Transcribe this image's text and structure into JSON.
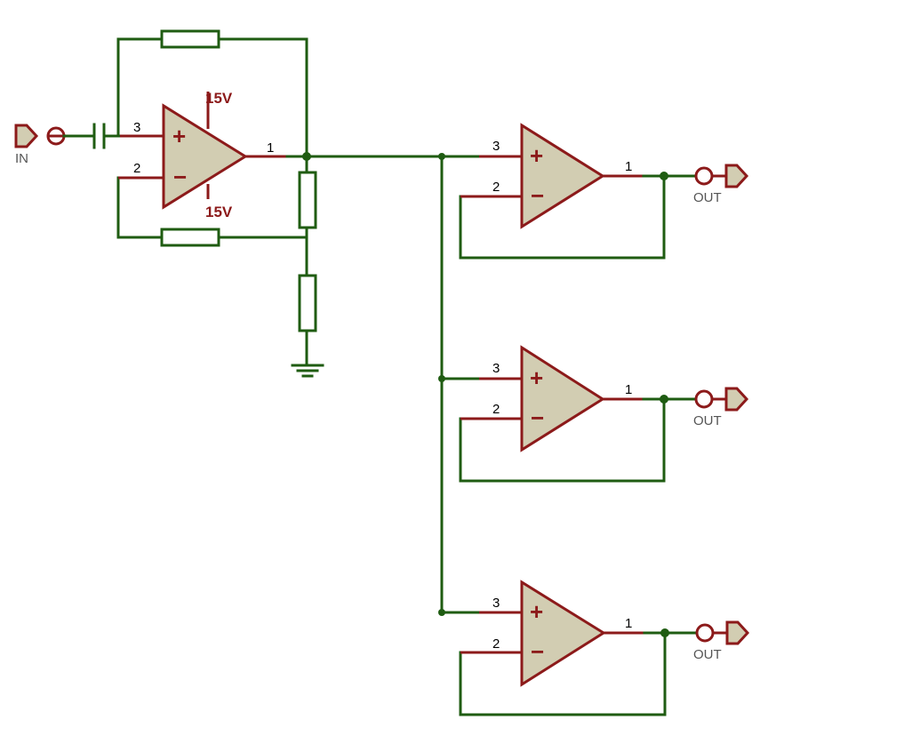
{
  "schematic": {
    "input_label": "IN",
    "supply_top": "15V",
    "supply_bottom": "15V",
    "output_labels": [
      "OUT",
      "OUT",
      "OUT"
    ],
    "pins": {
      "plus": "3",
      "minus": "2",
      "out": "1"
    },
    "signs": {
      "plus": "+",
      "minus": "−"
    }
  },
  "colors": {
    "wire": "#1f5c12",
    "component_outline": "#8c1a1a",
    "opamp_fill": "#d2cdb2"
  }
}
